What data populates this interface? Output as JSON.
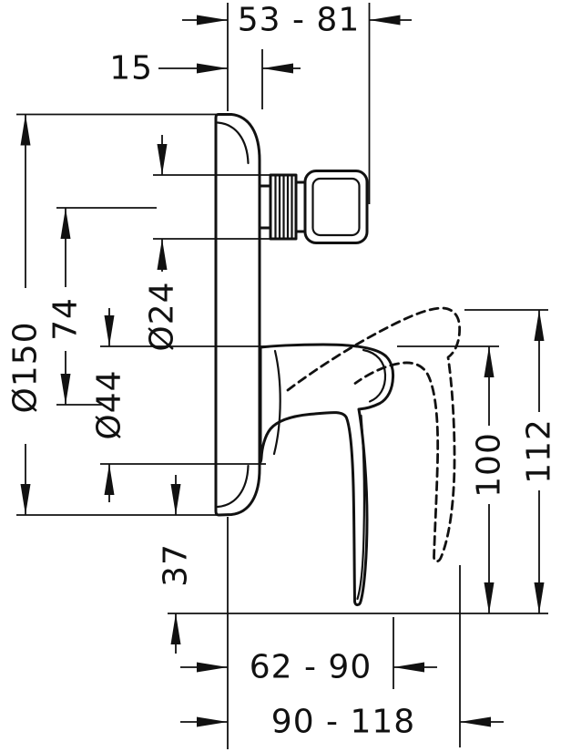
{
  "dimensions": {
    "depth_min_max": "53 - 81",
    "wall_to_plate": "15",
    "plate_diameter": "Ø150",
    "axis_spacing": "74",
    "cartridge_diameter": "Ø24",
    "handle_base_diameter": "Ø44",
    "plate_to_lever_tip": "37",
    "lever_height": "100",
    "overall_height": "112",
    "lever_depth_min_max": "62 - 90",
    "overall_depth_min_max": "90 - 118"
  },
  "colors": {
    "line": "#111111",
    "background": "#ffffff"
  }
}
